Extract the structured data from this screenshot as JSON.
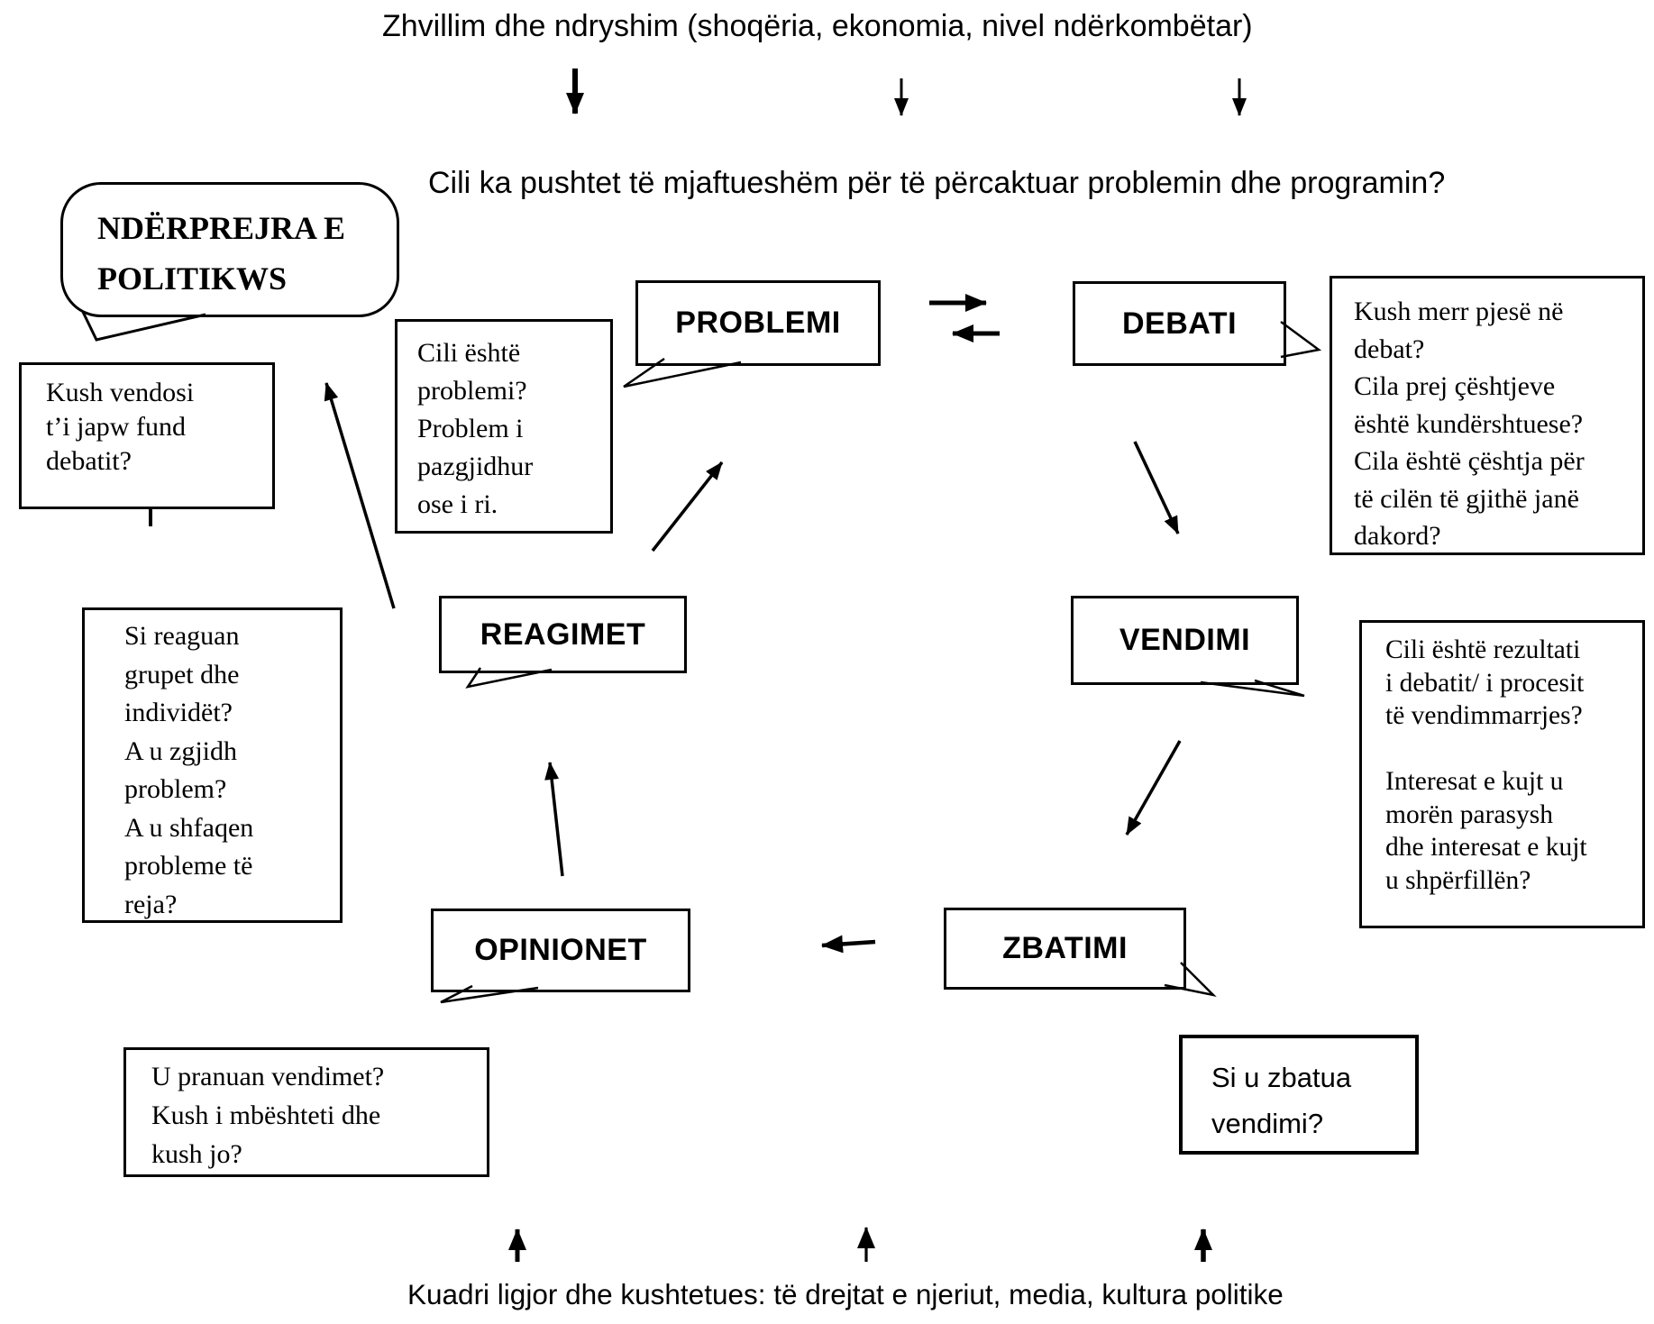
{
  "top": {
    "heading": "Zhvillim  dhe ndryshim (shoqëria, ekonomia, nivel ndërkombëtar)",
    "question": "Cili ka pushtet të mjaftueshëm për të përcaktuar problemin dhe programin?"
  },
  "bubble": {
    "lines": [
      "NDËRPREJRA E",
      "POLITIKWS"
    ]
  },
  "nodes": {
    "problemi": "PROBLEMI",
    "debati": "DEBATI",
    "vendimi": "VENDIMI",
    "zbatimi": "ZBATIMI",
    "opinionet": "OPINIONET",
    "reagimet": "REAGIMET"
  },
  "notes": {
    "kush_vendosi": {
      "lines": [
        "Kush vendosi",
        " t’i japw fund",
        "debatit?"
      ]
    },
    "cili_problemi": {
      "lines": [
        "Cili është",
        "problemi?",
        "Problem i",
        "pazgjidhur",
        "ose i ri."
      ]
    },
    "kush_merr": {
      "lines": [
        "Kush merr pjesë në",
        "debat?",
        "Cila prej çështjeve",
        "është kundërshtuese?",
        "Cila është çështja për",
        "të cilën të gjithë janë",
        "dakord?"
      ]
    },
    "rezultati": {
      "lines": [
        "Cili është rezultati",
        "i debatit/ i procesit",
        "të vendimmarrjes?",
        "",
        "Interesat e kujt u",
        "morën parasysh",
        "dhe interesat e kujt",
        "u shpërfillën?"
      ]
    },
    "si_reaguan": {
      "lines": [
        "Si  reaguan",
        "grupet dhe",
        "individët?",
        "A u zgjidh",
        "problem?",
        "A  u shfaqen",
        "probleme të",
        "reja?"
      ]
    },
    "u_pranuan": {
      "lines": [
        "U pranuan vendimet?",
        "Kush i mbështeti dhe",
        "kush jo?"
      ]
    },
    "si_zbatua": {
      "lines": [
        "Si u zbatua",
        "vendimi?"
      ]
    }
  },
  "bottom": {
    "caption": "Kuadri ligjor dhe kushtetues: të drejtat e njeriut, media, kultura politike"
  },
  "colors": {
    "ink": "#000000",
    "background": "#ffffff"
  }
}
